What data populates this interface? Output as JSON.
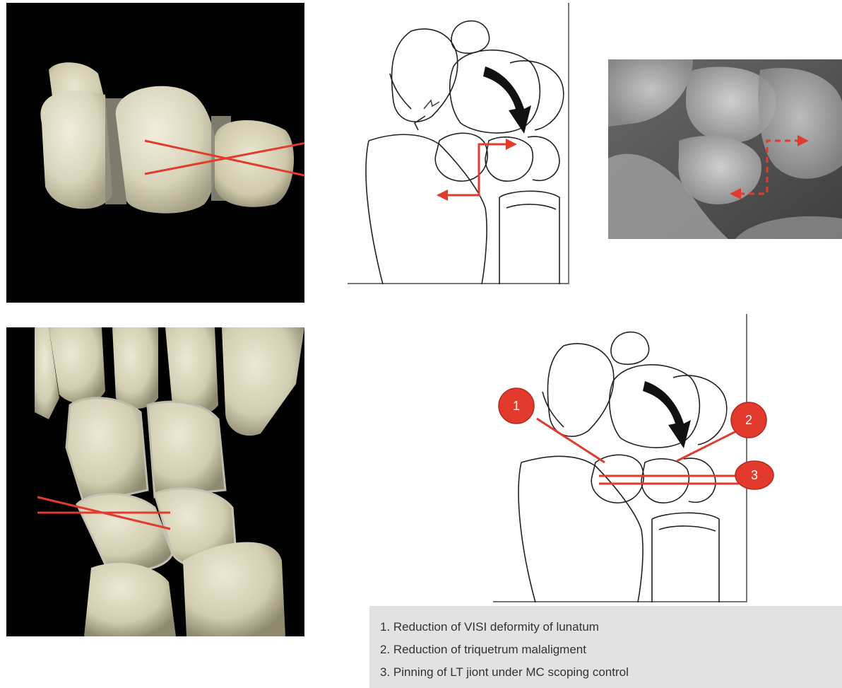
{
  "figure": {
    "panels": [
      {
        "id": "3d-oblique",
        "kind": "3d-render",
        "background": "#000000",
        "overlay": "crossed-pins"
      },
      {
        "id": "drawing-top",
        "kind": "line-drawing",
        "overlay": "step-arrows"
      },
      {
        "id": "xray",
        "kind": "radiograph",
        "overlay": "dashed-step-arrows"
      },
      {
        "id": "3d-dorsal",
        "kind": "3d-render",
        "background": "#000000",
        "overlay": "crossed-pins"
      },
      {
        "id": "drawing-bottom",
        "kind": "line-drawing",
        "overlay": "numbered-markers"
      }
    ],
    "markers": [
      {
        "label": "1"
      },
      {
        "label": "2"
      },
      {
        "label": "3"
      }
    ],
    "caption": [
      "1. Reduction of VISI deformity of lunatum",
      "2. Reduction of triquetrum malaligment",
      "3. Pinning of LT jiont under MC scoping control"
    ],
    "colors": {
      "accent_red": "#e23b2e",
      "bone": "#d9d4bb",
      "caption_bg": "#e2e2e2"
    }
  }
}
